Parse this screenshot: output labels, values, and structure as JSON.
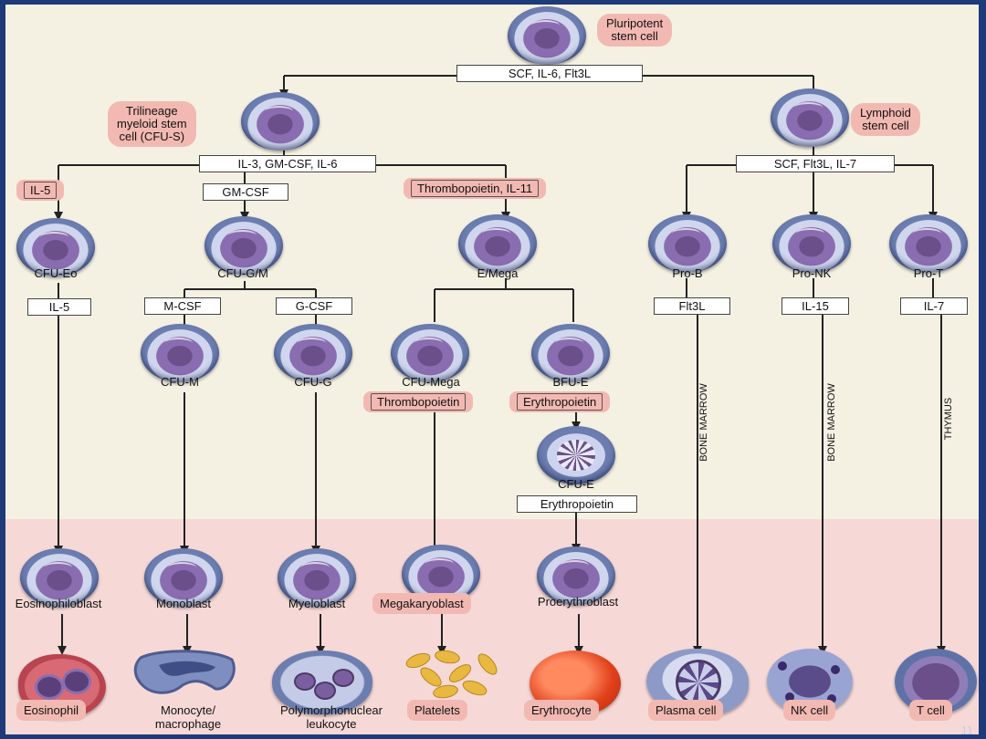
{
  "cells": {
    "pluripotent": "Pluripotent stem cell",
    "pluripotent_l1": "Pluripotent",
    "pluripotent_l2": "stem cell",
    "trilineage_l1": "Trilineage",
    "trilineage_l2": "myeloid stem",
    "trilineage_l3": "cell (CFU-S)",
    "lymphoid_l1": "Lymphoid",
    "lymphoid_l2": "stem cell",
    "cfu_eo": "CFU-Eo",
    "cfu_gm": "CFU-G/M",
    "e_mega": "E/Mega",
    "pro_b": "Pro-B",
    "pro_nk": "Pro-NK",
    "pro_t": "Pro-T",
    "cfu_m": "CFU-M",
    "cfu_g": "CFU-G",
    "cfu_mega": "CFU-Mega",
    "bfu_e": "BFU-E",
    "cfu_e": "CFU-E",
    "eosinophiloblast": "Eosinophiloblast",
    "monoblast": "Monoblast",
    "myeloblast": "Myeloblast",
    "megakaryoblast": "Megakaryoblast",
    "proerythroblast": "Proerythroblast"
  },
  "mature": {
    "eosinophil": "Eosinophil",
    "monocyte_l1": "Monocyte/",
    "monocyte_l2": "macrophage",
    "pmn_l1": "Polymorphonuclear",
    "pmn_l2": "leukocyte",
    "platelets": "Platelets",
    "erythrocyte": "Erythrocyte",
    "plasma": "Plasma cell",
    "nk": "NK cell",
    "t": "T cell"
  },
  "factors": {
    "top": "SCF, IL-6, Flt3L",
    "myeloid": "IL-3, GM-CSF, IL-6",
    "lymphoid": "SCF, Flt3L, IL-7",
    "il5_a": "IL-5",
    "gmcsf": "GM-CSF",
    "tpo_il11": "Thrombopoietin, IL-11",
    "il5_b": "IL-5",
    "mcsf": "M-CSF",
    "gcsf": "G-CSF",
    "flt3l": "Flt3L",
    "il15": "IL-15",
    "il7": "IL-7",
    "tpo": "Thrombopoietin",
    "epo_a": "Erythropoietin",
    "epo_b": "Erythropoietin"
  },
  "sites": {
    "bone_marrow_a": "BONE MARROW",
    "bone_marrow_b": "BONE MARROW",
    "thymus": "THYMUS"
  },
  "slide_number": "11",
  "colors": {
    "frame": "#1f3a78",
    "background": "#f4f1e3",
    "mature_band": "#f6d9d6",
    "label_pink": "#f2b9b2"
  }
}
